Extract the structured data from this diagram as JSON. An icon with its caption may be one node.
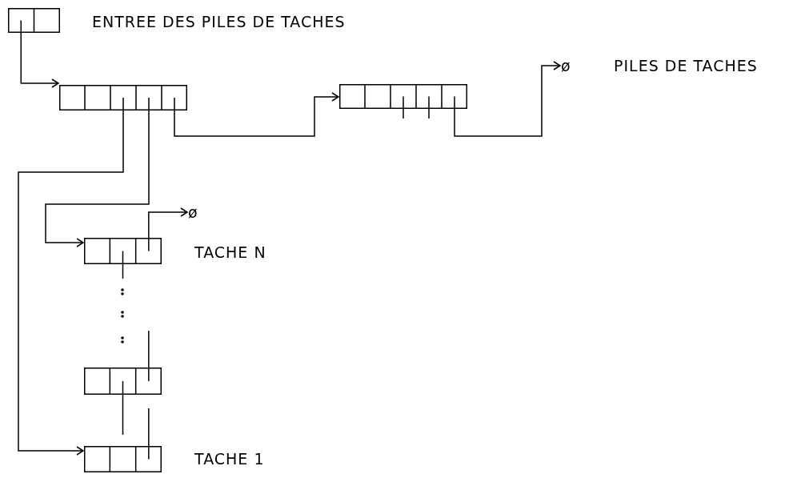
{
  "diagram": {
    "nodes": [
      {
        "text": [],
        "shape": "box",
        "beside": [
          "ENTREE DES PILES DE TACHES"
        ]
      },
      {
        "text": [],
        "shape": "box"
      },
      {
        "text": [],
        "shape": "box"
      },
      {
        "text": [
          "ø"
        ]
      },
      {
        "text": [],
        "shape": "box",
        "beside": [
          "TACHE N"
        ]
      },
      {
        "text": [
          "ø"
        ]
      },
      {
        "text": [],
        "shape": "box"
      },
      {
        "text": [],
        "shape": "box",
        "beside": [
          "TACHE 1"
        ]
      }
    ],
    "edges": [
      {
        "from": 0,
        "to": 1,
        "arrow": "to"
      },
      {
        "from": 1,
        "to": 2,
        "arrow": "to"
      },
      {
        "from": 2,
        "to": 3,
        "arrow": "to"
      },
      {
        "from": 1,
        "to": 4,
        "arrow": "to"
      },
      {
        "from": 1,
        "to": 7,
        "arrow": "to"
      },
      {
        "from": 4,
        "to": 5,
        "arrow": "to"
      },
      {
        "from": 2,
        "to": null,
        "arrow": "none"
      },
      {
        "from": 2,
        "to": null,
        "arrow": "none"
      },
      {
        "from": 4,
        "to": null,
        "arrow": "none"
      },
      {
        "from": 6,
        "to": null,
        "arrow": "none"
      },
      {
        "from": 6,
        "to": null,
        "arrow": "none"
      },
      {
        "from": 7,
        "to": null,
        "arrow": "none"
      }
    ],
    "labels": [
      "PILES DE TACHES"
    ]
  }
}
